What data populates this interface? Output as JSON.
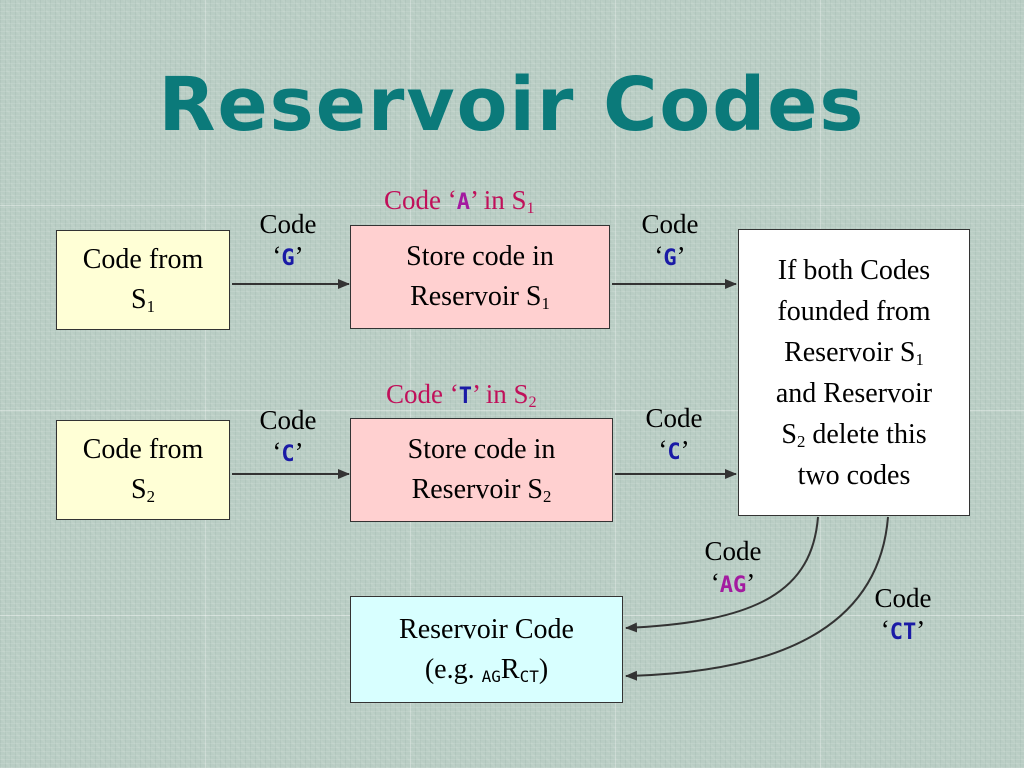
{
  "title": "Reservoir Codes",
  "box_s1": {
    "text": "Code from",
    "sub_base": "S",
    "sub": "1"
  },
  "box_s2": {
    "text": "Code from",
    "sub_base": "S",
    "sub": "2"
  },
  "store1": {
    "line1": "Store code in",
    "line2": "Reservoir S",
    "sub": "1"
  },
  "store2": {
    "line1": "Store code in",
    "line2": "Reservoir S",
    "sub": "2"
  },
  "label_code_a": {
    "prefix": "Code ‘",
    "code": "A",
    "suffix": "’ in S",
    "sub": "1"
  },
  "label_code_t": {
    "prefix": "Code ‘",
    "code": "T",
    "suffix": "’ in S",
    "sub": "2"
  },
  "code_word": "Code",
  "codes": {
    "g1": "G",
    "g2": "G",
    "c1": "C",
    "c2": "C",
    "ag": "AG",
    "ct": "CT"
  },
  "quote_open": "‘",
  "quote_close": "’",
  "decision": {
    "l1": "If both Codes",
    "l2": "founded from",
    "l3": "Reservoir S",
    "l3_sub": "1",
    "l4": "and Reservoir",
    "l5_base": "S",
    "l5_sub": "2",
    "l5_rest": " delete this",
    "l6": "two codes"
  },
  "reservoir_code": {
    "line1": "Reservoir Code",
    "eg_prefix": "(e.g. ",
    "sub_left": "AG",
    "mid": "R",
    "sub_right": "CT",
    "eg_suffix": ")"
  },
  "colors": {
    "title": "#0b7a7a",
    "code_blue": "#1a1aa6",
    "code_purple": "#a31aa0",
    "label_maroon": "#c0105a",
    "yellow_box": "#ffffd6",
    "pink_box": "#ffd0d0",
    "cyan_box": "#d8ffff"
  }
}
